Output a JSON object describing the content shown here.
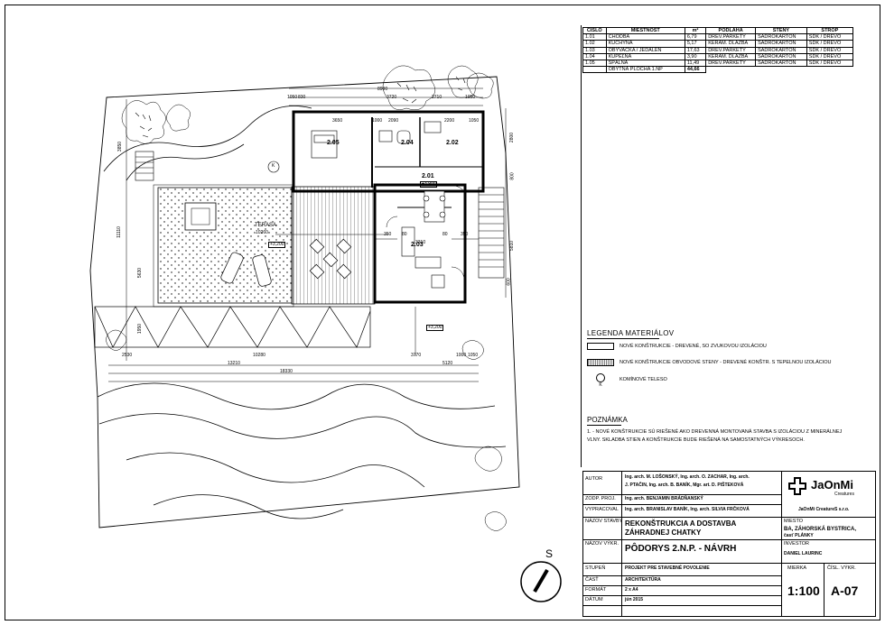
{
  "room_table": {
    "headers": [
      "ČÍSLO",
      "MIESTNOSŤ",
      "m²",
      "PODLAHA",
      "STENY",
      "STROP"
    ],
    "rows": [
      [
        "1.01",
        "CHODBA",
        "6,79",
        "DREV.PARKETY",
        "SADROKARTÓN",
        "SDK / DREVO"
      ],
      [
        "1.02",
        "KUCHYŇA",
        "5,17",
        "KERAM. DLAŽBA",
        "SADROKARTÓN",
        "SDK / DREVO"
      ],
      [
        "1.03",
        "OBÝVAČKA / JEDÁLEŇ",
        "17,63",
        "DREV.PARKETY",
        "SADROKARTÓN",
        "SDK / DREVO"
      ],
      [
        "1.04",
        "KÚPEĽŇA",
        "3,90",
        "KERAM. DLAŽBA",
        "SADROKARTÓN",
        "SDK / DREVO"
      ],
      [
        "1.05",
        "SPÁLŇA",
        "11,49",
        "DREV.PARKETY",
        "SADROKARTÓN",
        "SDK / DREVO"
      ]
    ],
    "total_label": "OBYTNÁ PLOCHA 1.NP",
    "total_value": "44,66"
  },
  "legend": {
    "title": "LEGENDA MATERIÁLOV",
    "items": [
      "NOVÉ KONŠTRUKCIE - DREVENÉ, SO ZVUKOVOU IZOLÁCIOU",
      "NOVÉ KONŠTRUKCIE OBVODOVÉ STENY - DREVENÉ KONŠTR. S TEPELNOU IZOLÁCIOU",
      "KOMÍNOVÉ TELESO"
    ],
    "chimney_symbol": "K"
  },
  "note": {
    "title": "POZNÁMKA",
    "line1": "1. - NOVÉ KONŠTRUKCIE SÚ RIEŠENÉ AKO DREVENNÁ MONTOVANÁ STAVBA S IZOLÁCIOU Z MINERÁLNEJ",
    "line2": "VLNY. SKLADBA STIEN A KONŠTRUKCIE BUDE RIEŠENÁ NA SAMOSTATNÝCH VÝKRESOCH."
  },
  "title_block": {
    "autor_label": "AUTOR",
    "autor_value1": "Ing. arch. M. LOŠONSKÝ, Ing. arch. O. ZACHAR, Ing. arch.",
    "autor_value2": "J. PTAČIN, Ing. arch. B. BANÍK, Mgr. art. D. PIŠTEKOVÁ",
    "zodp_label": "ZODP. PROJ.",
    "zodp_value": "Ing. arch. BENJAMIN BRÁDŇANSKÝ",
    "vypracoval_label": "VYPRACOVAL",
    "vypracoval_value": "Ing. arch. BRANISLAV BANÍK, Ing. arch. SILVIA FRČKOVÁ",
    "logo_text": "JaOnMi",
    "logo_sub": "Creatures",
    "company": "JaOnMi CreatureS s.r.o.",
    "stavba_label": "NÁZOV STAVBY",
    "stavba_value1": "REKONŠTRUKCIA A DOSTAVBA",
    "stavba_value2": "ZÁHRADNEJ CHATKY",
    "miesto_label": "MIESTO",
    "miesto_value1": "BA, ZÁHORSKÁ BYSTRICA,",
    "miesto_value2": "časť PLÁNKY",
    "vykres_label": "NÁZOV VÝKR.",
    "vykres_value": "PÔDORYS 2.N.P. - NÁVRH",
    "investor_label": "INVESTOR",
    "investor_value": "DANIEL LAURINC",
    "stupen_label": "STUPEŇ",
    "stupen_value": "PROJEKT PRE STAVEBNÉ POVOLENIE",
    "cast_label": "ČASŤ",
    "cast_value": "ARCHITEKTÚRA",
    "format_label": "FORMÁT",
    "format_value": "2 x A4",
    "datum_label": "DÁTUM",
    "datum_value": "jún 2015",
    "mierka_label": "MIERKA",
    "mierka_value": "1:100",
    "cislo_label": "ČÍSL. VÝKR.",
    "cislo_value": "A-07"
  },
  "north_arrow_label": "S",
  "plan": {
    "rooms": [
      {
        "id": "2.05"
      },
      {
        "id": "2.04"
      },
      {
        "id": "2.02"
      },
      {
        "id": "2.01",
        "level": "+3,900"
      },
      {
        "id": "2.03"
      }
    ],
    "terrace_label": "TERASA",
    "terrace_level": "+3,200",
    "bottom_level": "+3,200",
    "chimney_symbol": "K",
    "dims_top": [
      "8900",
      "1050",
      "830",
      "3720",
      "2710",
      "1050",
      "3650",
      "2090",
      "2200",
      "1000",
      "1050"
    ],
    "dims_bottom": [
      "2530",
      "10280",
      "3770",
      "1000",
      "1050",
      "13210",
      "5120",
      "18330"
    ],
    "dims_left": [
      "3850",
      "11110",
      "5630",
      "1950"
    ],
    "dims_right": [
      "2800",
      "800",
      "5810",
      "600"
    ],
    "dims_inner": [
      "350",
      "350",
      "80",
      "80",
      "3310",
      "10260"
    ]
  }
}
